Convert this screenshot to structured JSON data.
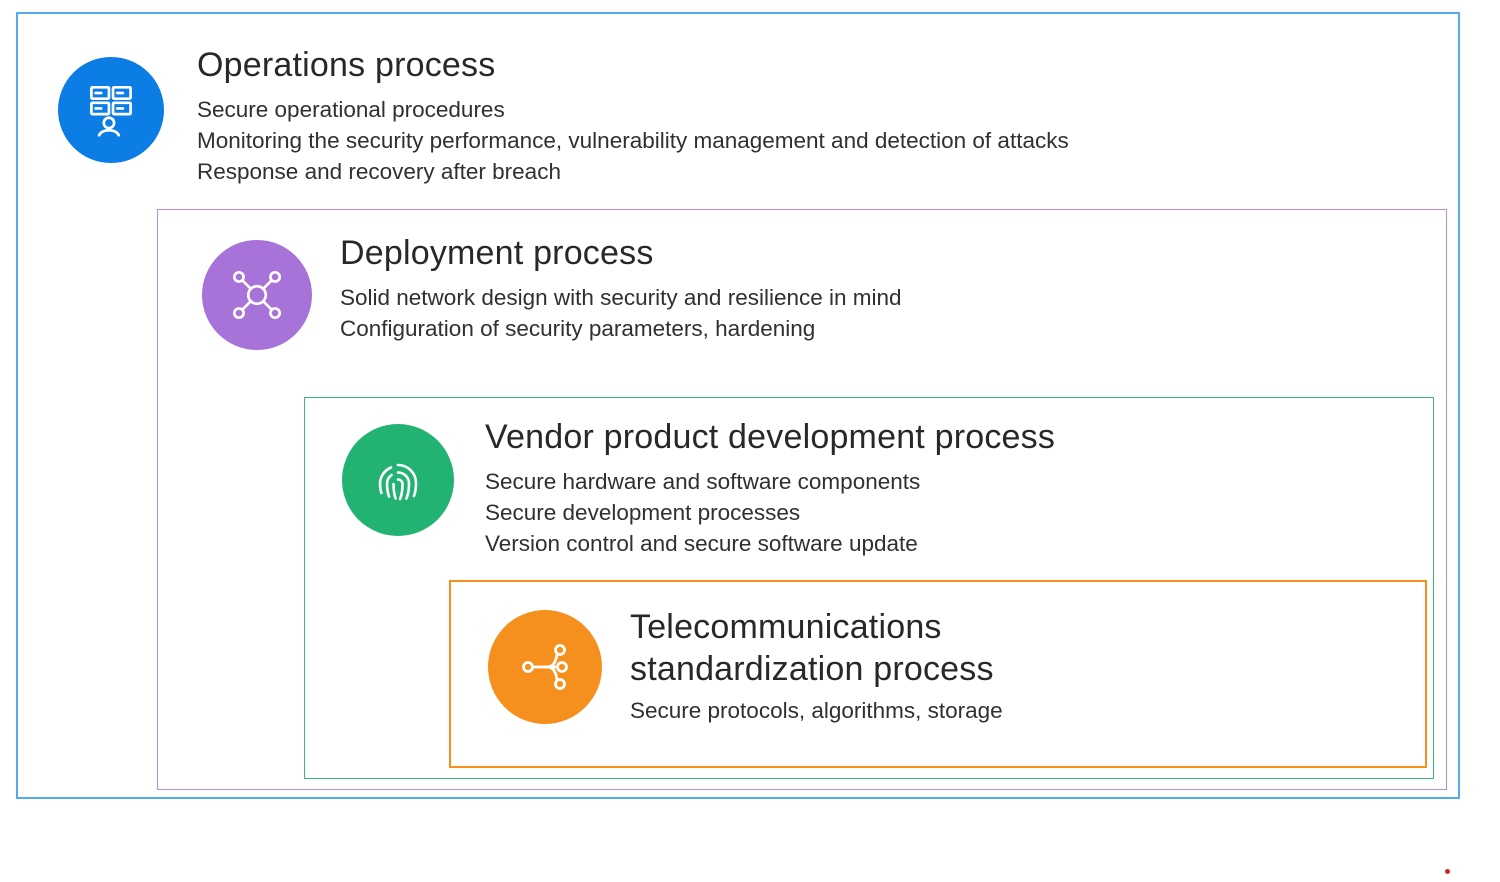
{
  "diagram": {
    "operations": {
      "title": "Operations process",
      "line1": "Secure operational procedures",
      "line2": "Monitoring the security performance, vulnerability management and detection of attacks",
      "line3": "Response and recovery after breach",
      "icon": "server-rack-user-icon",
      "accent_color": "#0d7de6",
      "border_color": "#55a9ef"
    },
    "deployment": {
      "title": "Deployment process",
      "line1": "Solid network design with security and resilience in mind",
      "line2": "Configuration of security parameters, hardening",
      "icon": "network-nodes-icon",
      "accent_color": "#a873d8",
      "border_color": "#b98fd9"
    },
    "vendor": {
      "title": "Vendor product development process",
      "line1": "Secure hardware and software components",
      "line2": "Secure development processes",
      "line3": "Version control and secure software update",
      "icon": "fingerprint-icon",
      "accent_color": "#22b372",
      "border_color": "#3cb878"
    },
    "telecom": {
      "title_line1": "Telecommunications",
      "title_line2": "standardization process",
      "line1": "Secure protocols, algorithms, storage",
      "icon": "branch-share-icon",
      "accent_color": "#f5901e",
      "border_color": "#f5901e"
    }
  }
}
